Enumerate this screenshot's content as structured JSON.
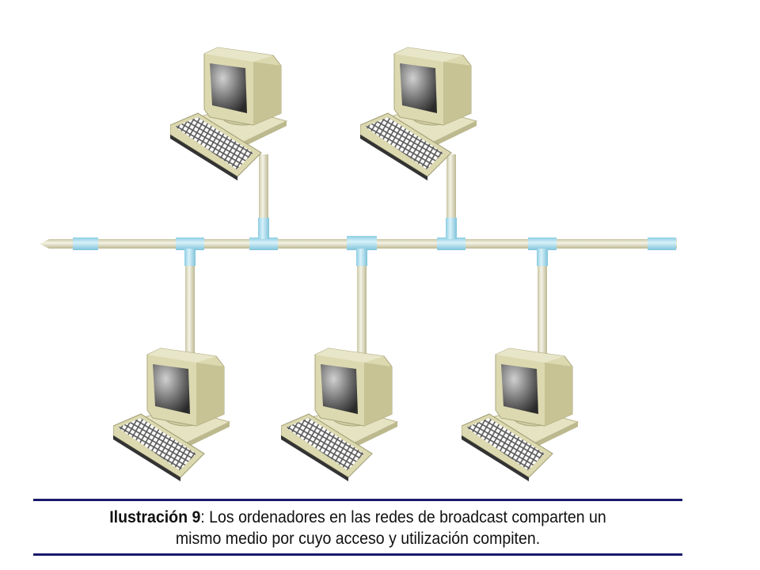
{
  "diagram": {
    "title": "Broadcast network (bus topology)",
    "nodes": [
      {
        "id": "pc-top-1",
        "position": "top"
      },
      {
        "id": "pc-top-2",
        "position": "top"
      },
      {
        "id": "pc-bottom-1",
        "position": "bottom"
      },
      {
        "id": "pc-bottom-2",
        "position": "bottom"
      },
      {
        "id": "pc-bottom-3",
        "position": "bottom"
      }
    ],
    "colors": {
      "cable": "#e6e4cc",
      "connector": "#a9dcec",
      "computer": "#dcd9b0",
      "rule": "#1a1a6e"
    }
  },
  "caption": {
    "label": "Ilustración 9",
    "line1": ": Los ordenadores en las redes de broadcast comparten un",
    "line2": "mismo medio por cuyo acceso y utilización compiten."
  }
}
